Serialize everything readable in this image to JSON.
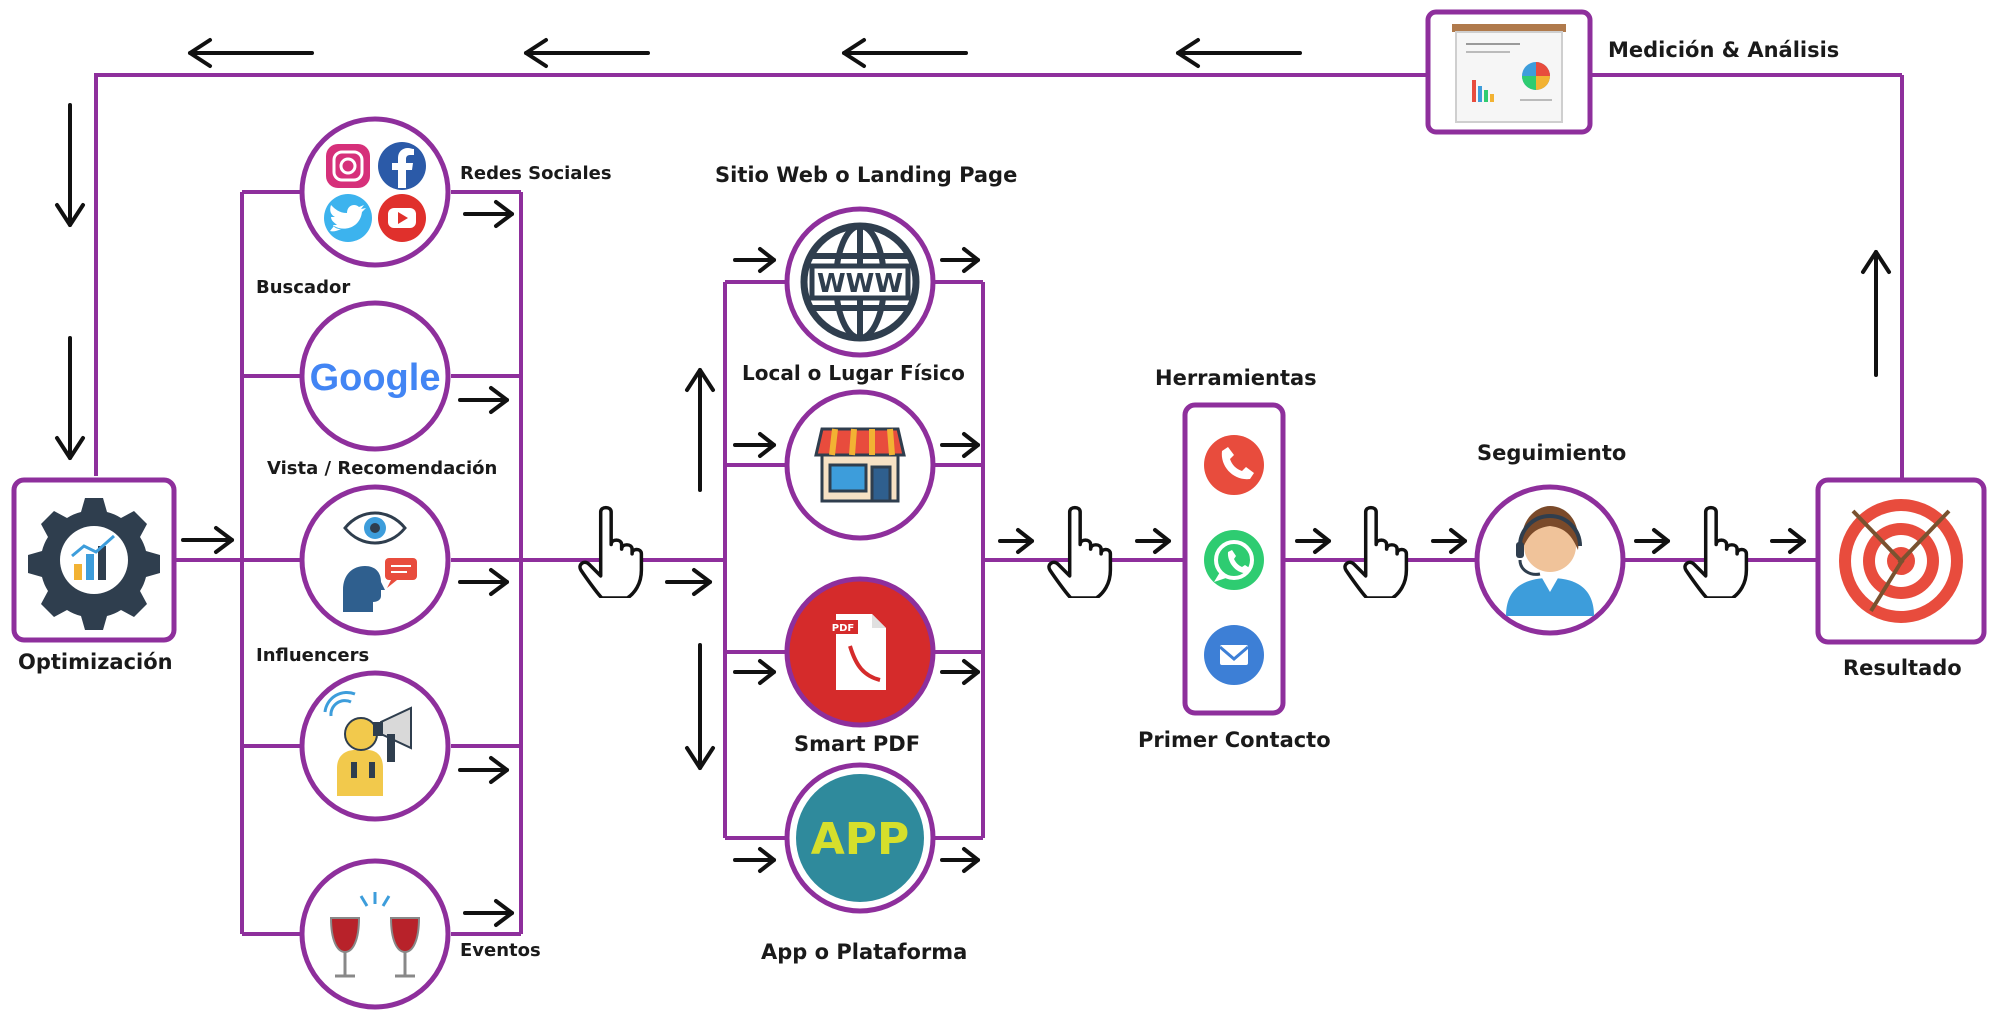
{
  "diagram": {
    "accent_color": "#8e2f9c",
    "stages": {
      "optimization": "Optimización",
      "measurement": "Medición & Análisis",
      "result": "Resultado",
      "follow_up": "Seguimiento",
      "first_contact": "Primer Contacto",
      "tools": "Herramientas"
    },
    "channels": [
      {
        "label": "Redes Sociales",
        "icon": "social-networks-icon"
      },
      {
        "label": "Buscador",
        "icon": "google-icon"
      },
      {
        "label": "Vista  / Recomendación",
        "icon": "eye-recommendation-icon"
      },
      {
        "label": "Influencers",
        "icon": "megaphone-influencer-icon"
      },
      {
        "label": "Eventos",
        "icon": "wine-glasses-icon"
      }
    ],
    "destinations": [
      {
        "label": "Sitio Web o Landing Page",
        "icon": "www-globe-icon"
      },
      {
        "label": "Local o Lugar Físico",
        "icon": "storefront-icon"
      },
      {
        "label": "Smart PDF",
        "icon": "pdf-document-icon"
      },
      {
        "label": "App o Plataforma",
        "icon": "app-icon"
      }
    ],
    "tools_list": [
      {
        "icon": "phone-icon"
      },
      {
        "icon": "whatsapp-icon"
      },
      {
        "icon": "email-icon"
      }
    ],
    "icon_text": {
      "www": "WWW",
      "google": "Google",
      "pdf": "PDF",
      "app": "APP"
    }
  }
}
